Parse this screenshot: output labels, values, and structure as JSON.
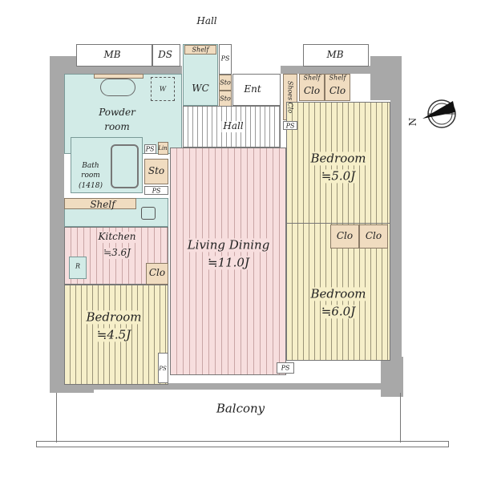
{
  "plan": {
    "hall_outer": "Hall",
    "mb_left": "MB",
    "ds": "DS",
    "mb_right": "MB",
    "shelf_wc": "Shelf",
    "ps_wc": "PS",
    "wc": "WC",
    "sto_small_1": "Sto",
    "sto_small_2": "Sto",
    "washer": "W",
    "ent": "Ent",
    "shoes_clo": "Shoes Clo",
    "ps_shoes": "PS",
    "shelf_top_1": "Shelf",
    "shelf_top_2": "Shelf",
    "clo_top_1": "Clo",
    "clo_top_2": "Clo",
    "powder_room": [
      "Powder",
      "room"
    ],
    "hall_inner": "Hall",
    "ps_bath": "PS",
    "lin": "Lin",
    "sto": "Sto",
    "ps_sto": "PS",
    "bathroom": [
      "Bath",
      "room",
      "(1418)"
    ],
    "bedroom_1": {
      "name": "Bedroom",
      "size": "≒5.0J"
    },
    "kitchen_shelf": "Shelf",
    "kitchen": {
      "name": "Kitchen",
      "size": "≒3.6J"
    },
    "fridge": "R",
    "clo_kitchen": "Clo",
    "living_dining": {
      "name": "Living Dining",
      "size": "≒11.0J"
    },
    "clo_mid_1": "Clo",
    "clo_mid_2": "Clo",
    "bedroom_2": {
      "name": "Bedroom",
      "size": "≒6.0J"
    },
    "bedroom_3": {
      "name": "Bedroom",
      "size": "≒4.5J"
    },
    "ps_bed3": "PS",
    "ps_bottom": "PS",
    "balcony": "Balcony",
    "compass_n": "N"
  },
  "colors": {
    "bedroom": "#f6efc9",
    "living": "#f7dede",
    "wet": "#d2ebe7",
    "storage": "#f0dcc0",
    "wall": "#a8a8a8"
  }
}
